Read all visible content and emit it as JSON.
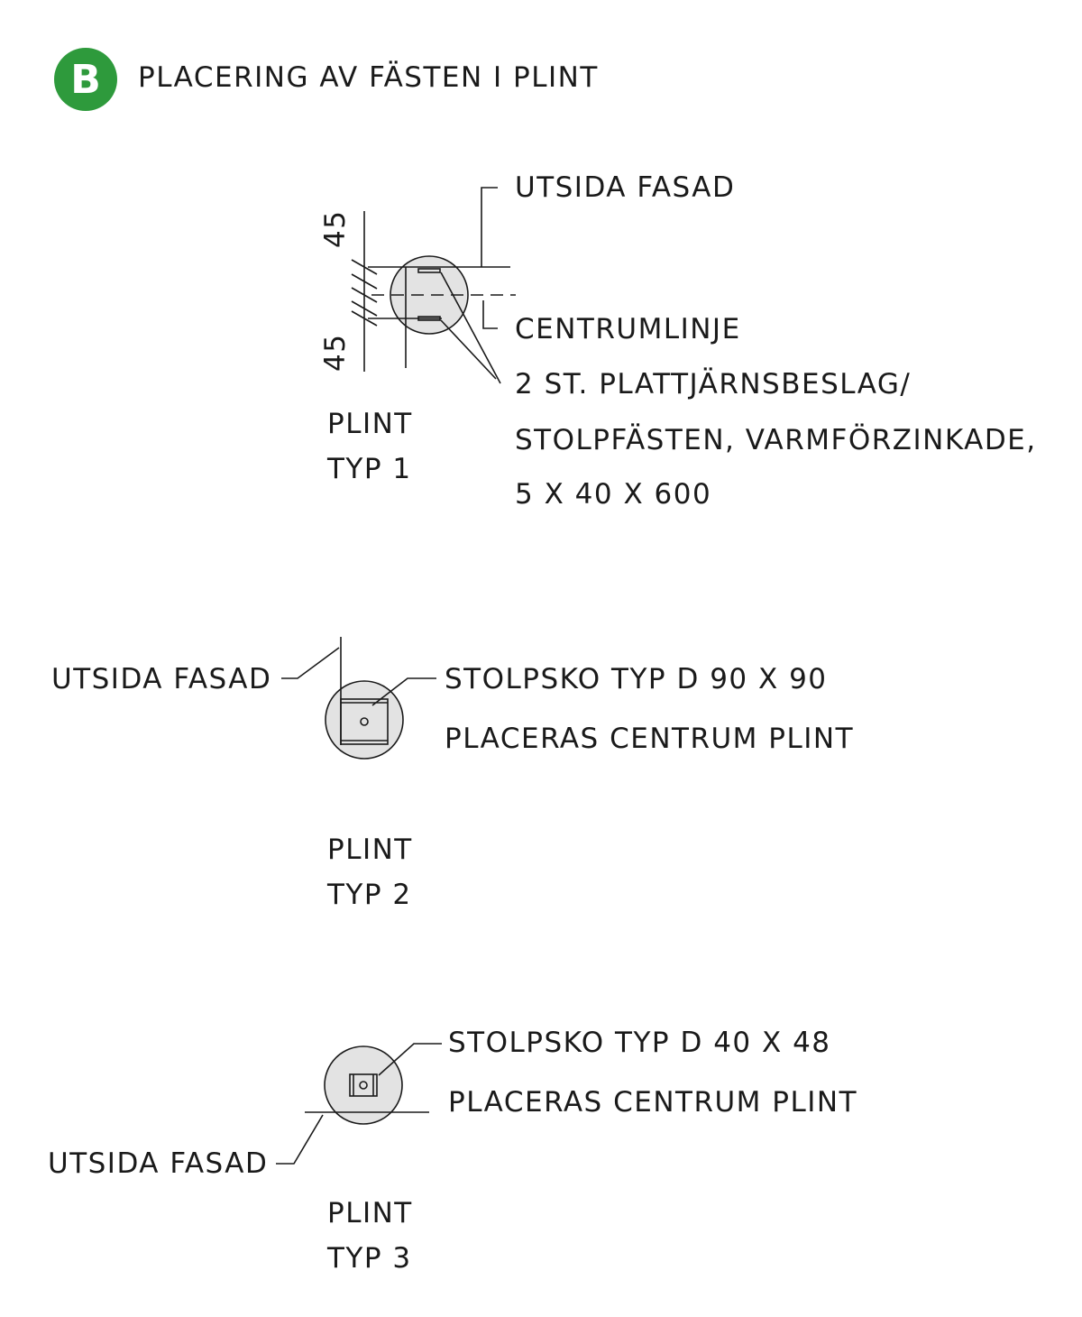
{
  "header": {
    "badge_letter": "B",
    "badge_color": "#2e9a3c",
    "title": "PLACERING AV FÄSTEN I PLINT"
  },
  "plint_typ_1": {
    "label_line1": "PLINT",
    "label_line2": "TYP 1",
    "dimension_top": "45",
    "dimension_bottom": "45",
    "callout_facade": "UTSIDA FASAD",
    "callout_centerline": "CENTRUMLINJE",
    "callout_fittings_line1": "2 ST. PLATTJÄRNSBESLAG/",
    "callout_fittings_line2": "STOLPFÄSTEN, VARMFÖRZINKADE,",
    "callout_fittings_line3": "5 X 40 X 600"
  },
  "plint_typ_2": {
    "label_line1": "PLINT",
    "label_line2": "TYP 2",
    "callout_facade": "UTSIDA FASAD",
    "callout_shoe_line1": "STOLPSKO TYP D 90 X 90",
    "callout_shoe_line2": "PLACERAS CENTRUM PLINT"
  },
  "plint_typ_3": {
    "label_line1": "PLINT",
    "label_line2": "TYP 3",
    "callout_facade": "UTSIDA FASAD",
    "callout_shoe_line1": "STOLPSKO TYP D 40 X 48",
    "callout_shoe_line2": "PLACERAS CENTRUM PLINT"
  },
  "colors": {
    "plint_fill": "#e3e3e3",
    "line": "#1a1a1a"
  }
}
